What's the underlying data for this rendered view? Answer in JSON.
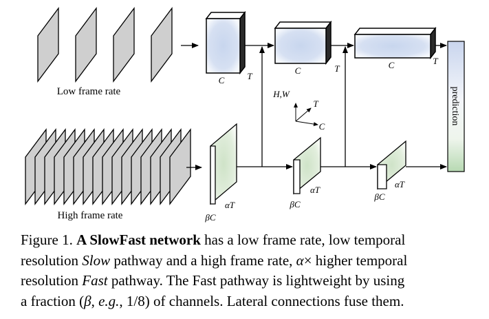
{
  "figure": {
    "low_frame_rate_label": "Low frame rate",
    "high_frame_rate_label": "High frame rate",
    "prediction_label": "prediction",
    "slow_dims": {
      "channel": "C",
      "time": "T"
    },
    "fast_dims": {
      "channel": "βC",
      "time": "αT"
    },
    "axes": {
      "spatial": "H,W",
      "time": "T",
      "channel": "C"
    }
  },
  "caption": {
    "line1": {
      "prefix": "Figure 1. ",
      "bold": "A SlowFast network",
      "rest": " has a low frame rate, low temporal"
    },
    "line2": {
      "a": "resolution ",
      "slow": "Slow",
      "b": " pathway and a high frame rate, ",
      "alpha": "α",
      "c": "× higher temporal"
    },
    "line3": {
      "a": "resolution ",
      "fast": "Fast",
      "b": " pathway.  The Fast pathway is lightweight by using"
    },
    "line4": {
      "a": "a fraction (",
      "beta": "β",
      "b": ", ",
      "eg": "e.g.",
      "c": ", 1/8) of channels. Lateral connections fuse them."
    }
  }
}
